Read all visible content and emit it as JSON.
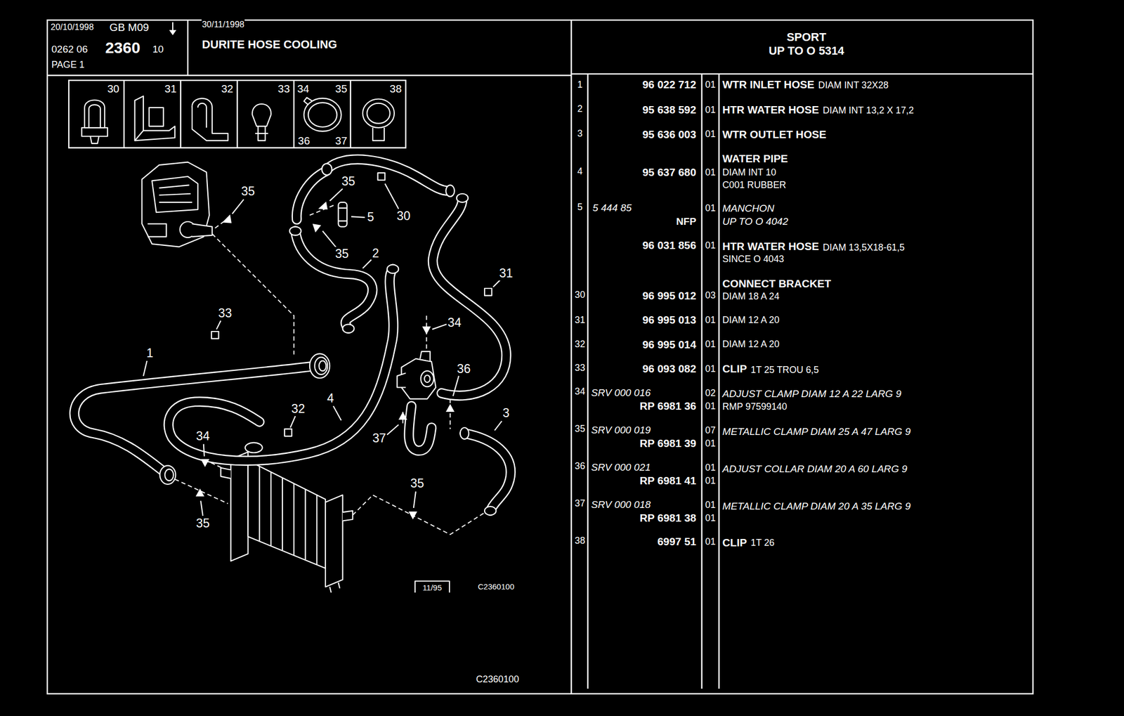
{
  "diagram": {
    "title": "DURITE HOSE COOLING",
    "nodes": [
      {
        "text": [
          "20/10/1998",
          "GB M09",
          "0262 06",
          "2360",
          "10",
          "PAGE 1"
        ]
      },
      {
        "text": [
          "30/11/1998"
        ]
      },
      {
        "text": [
          "SPORT",
          "UP TO O 5314"
        ]
      },
      {
        "text": [
          "30"
        ]
      },
      {
        "text": [
          "31"
        ]
      },
      {
        "text": [
          "32"
        ]
      },
      {
        "text": [
          "33"
        ]
      },
      {
        "text": [
          "34",
          "35",
          "36",
          "37"
        ]
      },
      {
        "text": [
          "38"
        ]
      }
    ],
    "labels": [
      "35",
      "35",
      "5",
      "30",
      "35",
      "2",
      "31",
      "33",
      "34",
      "36",
      "1",
      "4",
      "3",
      "32",
      "34",
      "37",
      "35",
      "35",
      "11/95",
      "C2360100",
      "C2360100",
      "1",
      "96 022 712",
      "01",
      "WTR INLET HOSE",
      "DIAM INT 32X28",
      "2",
      "95 638 592",
      "01",
      "HTR WATER HOSE",
      "DIAM INT 13,2 X 17,2",
      "3",
      "95 636 003",
      "01",
      "WTR OUTLET HOSE",
      "WATER PIPE",
      "4",
      "95 637 680",
      "01",
      "DIAM INT 10",
      "C001 RUBBER",
      "5",
      "5 444 85",
      "01",
      "MANCHON",
      "NFP",
      "UP TO O 4042",
      "96 031 856",
      "01",
      "HTR WATER HOSE",
      "DIAM 13,5X18-61,5",
      "SINCE O 4043",
      "CONNECT BRACKET",
      "30",
      "96 995 012",
      "03",
      "DIAM 18 A 24",
      "31",
      "96 995 013",
      "01",
      "DIAM 12 A 20",
      "32",
      "96 995 014",
      "01",
      "DIAM 12 A 20",
      "33",
      "96 093 082",
      "01",
      "CLIP",
      "1T 25 TROU 6,5",
      "34",
      "SRV 000 016",
      "02",
      "ADJUST CLAMP DIAM 12 A 22 LARG 9",
      "RP 6981 36",
      "01",
      "RMP 97599140",
      "35",
      "SRV 000 019",
      "07",
      "METALLIC CLAMP DIAM 25 A 47 LARG 9",
      "RP 6981 39",
      "01",
      "36",
      "SRV 000 021",
      "01",
      "ADJUST COLLAR DIAM 20 A 60 LARG 9",
      "RP 6981 41",
      "01",
      "37",
      "SRV 000 018",
      "01",
      "METALLIC CLAMP DIAM 20 A 35 LARG 9",
      "RP 6981 38",
      "01",
      "38",
      "6997 51",
      "01",
      "CLIP",
      "1T 26"
    ]
  }
}
